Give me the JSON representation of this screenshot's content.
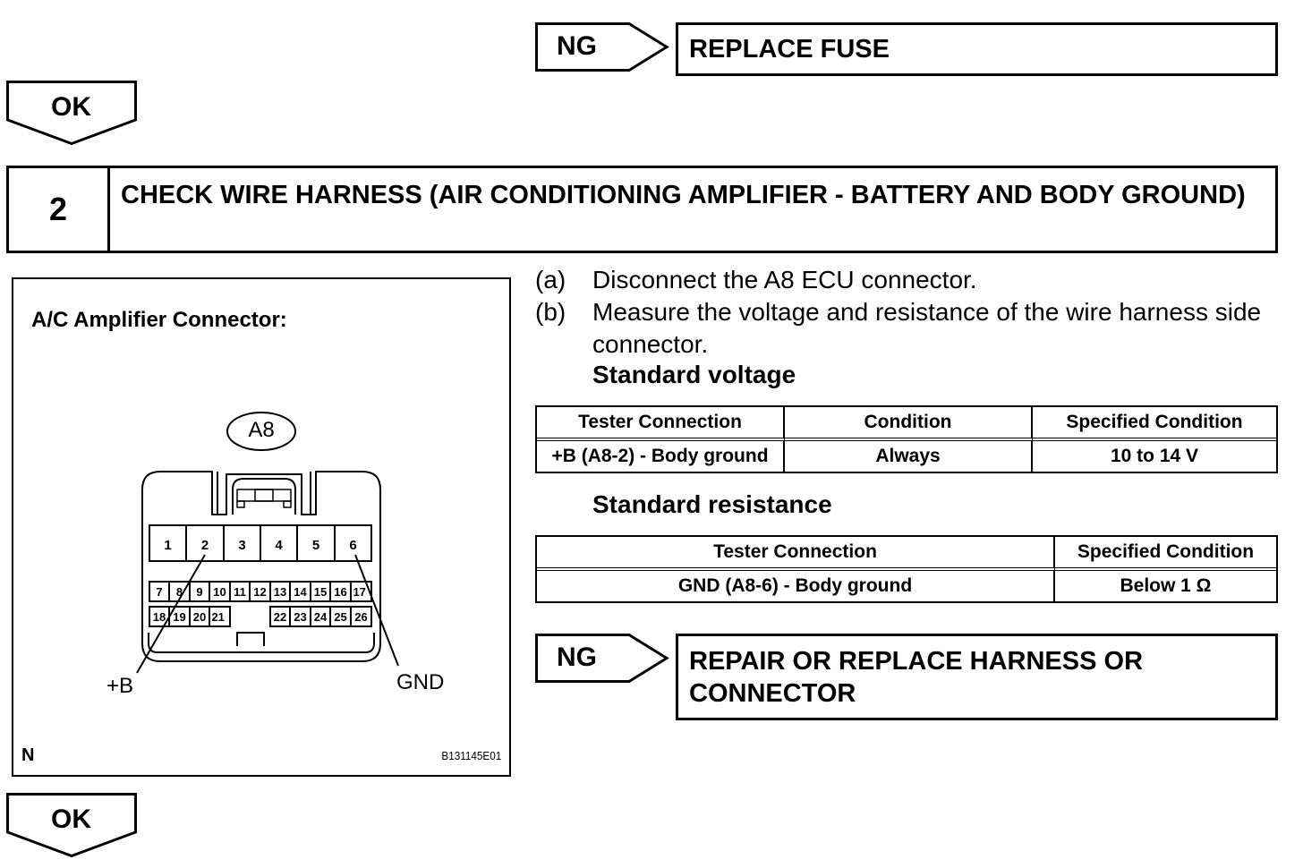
{
  "top_flow": {
    "ng_label": "NG",
    "ng_action": "REPLACE FUSE",
    "ok_label": "OK"
  },
  "step2": {
    "number": "2",
    "title": "CHECK WIRE HARNESS (AIR CONDITIONING AMPLIFIER - BATTERY AND BODY GROUND)"
  },
  "diagram": {
    "title": "A/C Amplifier Connector:",
    "connector_id": "A8",
    "label_b": "+B",
    "label_gnd": "GND",
    "footer_left": "N",
    "footer_right": "B131145E01"
  },
  "instructions": {
    "a_label": "(a)",
    "a_text": "Disconnect the A8 ECU connector.",
    "b_label": "(b)",
    "b_text": "Measure the voltage and resistance of the wire harness side connector.",
    "voltage_title": "Standard voltage",
    "resistance_title": "Standard resistance"
  },
  "voltage_table": {
    "headers": [
      "Tester Connection",
      "Condition",
      "Specified Condition"
    ],
    "row1": [
      "+B (A8-2) - Body ground",
      "Always",
      "10 to 14 V"
    ]
  },
  "resistance_table": {
    "headers": [
      "Tester Connection",
      "Specified Condition"
    ],
    "row1": [
      "GND (A8-6) - Body ground",
      "Below 1 Ω"
    ]
  },
  "bottom_flow": {
    "ng_label": "NG",
    "ng_action": "REPAIR OR REPLACE HARNESS OR CONNECTOR",
    "ok_label": "OK"
  }
}
